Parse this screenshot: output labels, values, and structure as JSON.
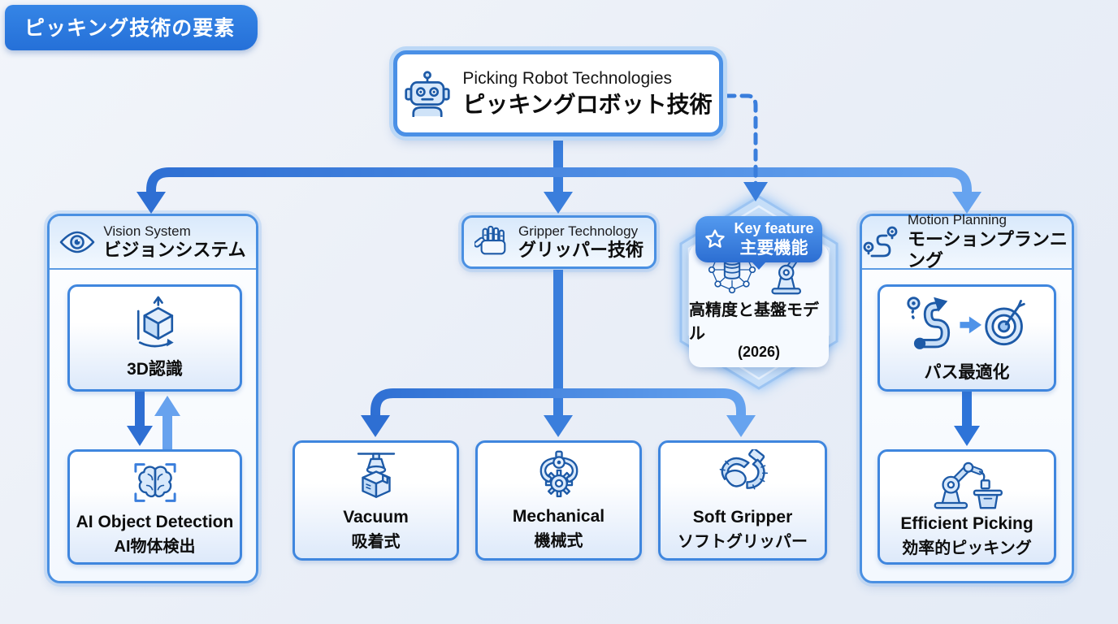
{
  "badge": {
    "label": "ピッキング技術の要素"
  },
  "root": {
    "title_en": "Picking Robot Technologies",
    "title_ja": "ピッキングロボット技術"
  },
  "vision": {
    "title_en": "Vision System",
    "title_ja": "ビジョンシステム",
    "recognition_3d": {
      "label_ja": "3D認識"
    },
    "ai_detection": {
      "label_en": "AI Object Detection",
      "label_ja": "AI物体検出"
    }
  },
  "gripper": {
    "title_en": "Gripper Technology",
    "title_ja": "グリッパー技術",
    "vacuum": {
      "label_en": "Vacuum",
      "label_ja": "吸着式"
    },
    "mechanical": {
      "label_en": "Mechanical",
      "label_ja": "機械式"
    },
    "soft": {
      "label_en": "Soft Gripper",
      "label_ja": "ソフトグリッパー"
    }
  },
  "motion": {
    "title_en": "Motion Planning",
    "title_ja": "モーションプランニング",
    "path_opt": {
      "label_ja": "パス最適化"
    },
    "efficient": {
      "label_en": "Efficient Picking",
      "label_ja": "効率的ピッキング"
    }
  },
  "key_feature": {
    "badge_en": "Key feature",
    "badge_ja": "主要機能",
    "label_ja": "高精度と基盤モデル",
    "year": "(2026)"
  },
  "colors": {
    "accent_blue": "#2e7de2",
    "arrow_blue": "#3a7edc",
    "border_blue": "#4a90e2",
    "icon_stroke": "#1d5aa7",
    "icon_fill": "#cfe3f8",
    "hex_fill": "#c6def8"
  },
  "icons": [
    "robot-icon",
    "eye-icon",
    "robot-hand-icon",
    "route-icon",
    "star-icon",
    "cube-3d-icon",
    "brain-scan-icon",
    "vacuum-gripper-icon",
    "mechanical-gripper-icon",
    "soft-gripper-icon",
    "path-optimization-icon",
    "target-icon",
    "neural-model-icon",
    "robot-arm-icon",
    "bin-picking-icon"
  ]
}
